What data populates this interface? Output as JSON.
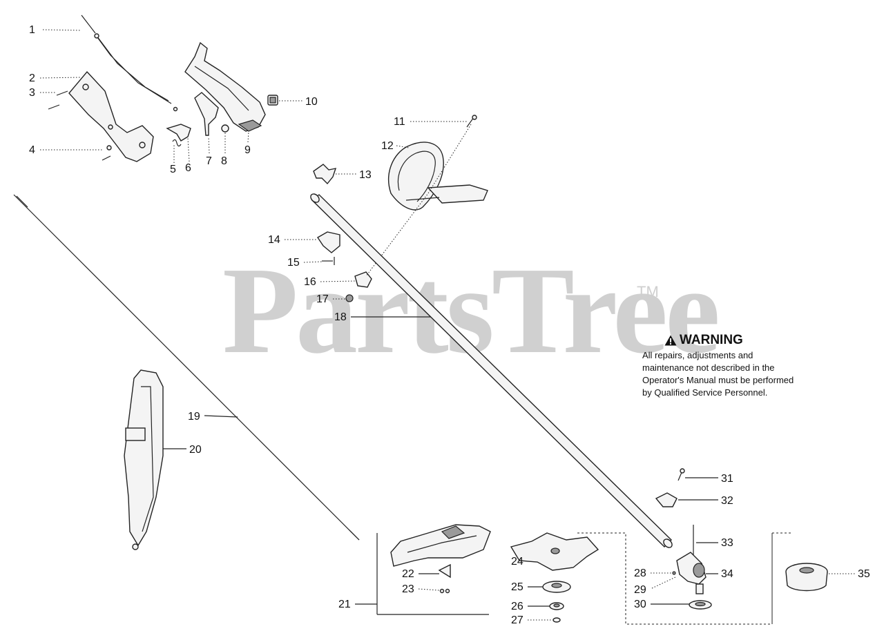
{
  "watermark": {
    "text": "PartsTree",
    "trademark": "TM"
  },
  "warning": {
    "icon": "warning-triangle-icon",
    "title": "WARNING",
    "body": "All repairs, adjustments and maintenance not described in the Operator's Manual must be performed by Qualified Service Personnel."
  },
  "parts": [
    {
      "id": "1",
      "label": "1"
    },
    {
      "id": "2",
      "label": "2"
    },
    {
      "id": "3",
      "label": "3"
    },
    {
      "id": "4",
      "label": "4"
    },
    {
      "id": "5",
      "label": "5"
    },
    {
      "id": "6",
      "label": "6"
    },
    {
      "id": "7",
      "label": "7"
    },
    {
      "id": "8",
      "label": "8"
    },
    {
      "id": "9",
      "label": "9"
    },
    {
      "id": "10",
      "label": "10"
    },
    {
      "id": "11",
      "label": "11"
    },
    {
      "id": "12",
      "label": "12"
    },
    {
      "id": "13",
      "label": "13"
    },
    {
      "id": "14",
      "label": "14"
    },
    {
      "id": "15",
      "label": "15"
    },
    {
      "id": "16",
      "label": "16"
    },
    {
      "id": "17",
      "label": "17"
    },
    {
      "id": "18",
      "label": "18"
    },
    {
      "id": "19",
      "label": "19"
    },
    {
      "id": "20",
      "label": "20"
    },
    {
      "id": "21",
      "label": "21"
    },
    {
      "id": "22",
      "label": "22"
    },
    {
      "id": "23",
      "label": "23"
    },
    {
      "id": "24",
      "label": "24"
    },
    {
      "id": "25",
      "label": "25"
    },
    {
      "id": "26",
      "label": "26"
    },
    {
      "id": "27",
      "label": "27"
    },
    {
      "id": "28",
      "label": "28"
    },
    {
      "id": "29",
      "label": "29"
    },
    {
      "id": "30",
      "label": "30"
    },
    {
      "id": "31",
      "label": "31"
    },
    {
      "id": "32",
      "label": "32"
    },
    {
      "id": "33",
      "label": "33"
    },
    {
      "id": "34",
      "label": "34"
    },
    {
      "id": "35",
      "label": "35"
    }
  ]
}
